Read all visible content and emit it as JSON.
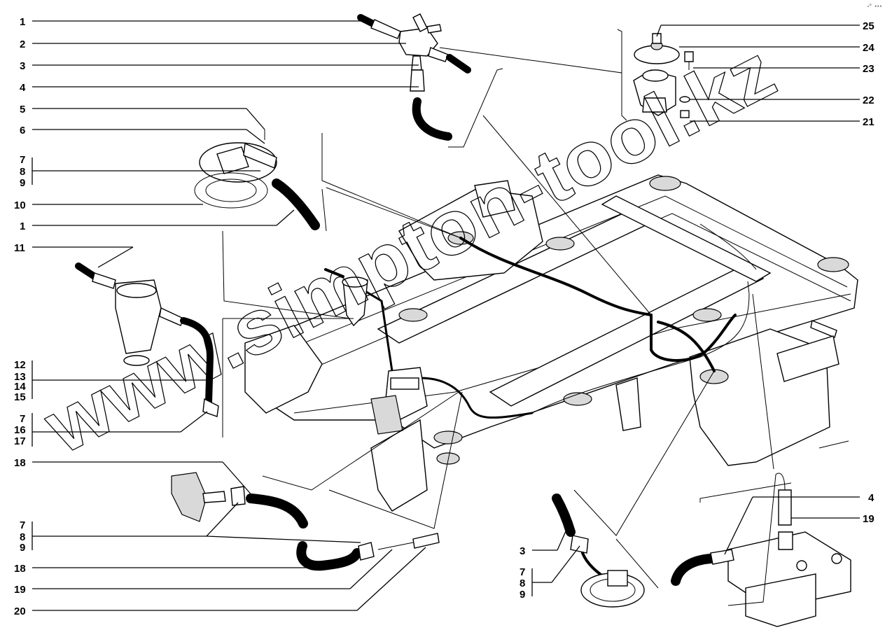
{
  "figure_code": "ᵤᴰ ₀₀₀",
  "watermark": "www.simpton-tool.kz",
  "callouts": {
    "left": [
      {
        "id": "l1",
        "label": "1"
      },
      {
        "id": "l2",
        "label": "2"
      },
      {
        "id": "l3",
        "label": "3"
      },
      {
        "id": "l4",
        "label": "4"
      },
      {
        "id": "l5",
        "label": "5"
      },
      {
        "id": "l6",
        "label": "6"
      },
      {
        "id": "l7",
        "label": "7"
      },
      {
        "id": "l8",
        "label": "8"
      },
      {
        "id": "l9",
        "label": "9"
      },
      {
        "id": "l10",
        "label": "10"
      },
      {
        "id": "l11",
        "label": "1"
      },
      {
        "id": "l12",
        "label": "11"
      },
      {
        "id": "l13",
        "label": "12"
      },
      {
        "id": "l14",
        "label": "13"
      },
      {
        "id": "l15",
        "label": "14"
      },
      {
        "id": "l16",
        "label": "15"
      },
      {
        "id": "l17",
        "label": "7"
      },
      {
        "id": "l18",
        "label": "16"
      },
      {
        "id": "l19",
        "label": "17"
      },
      {
        "id": "l20",
        "label": "18"
      },
      {
        "id": "l21",
        "label": "7"
      },
      {
        "id": "l22",
        "label": "8"
      },
      {
        "id": "l23",
        "label": "9"
      },
      {
        "id": "l24",
        "label": "18"
      },
      {
        "id": "l25",
        "label": "19"
      },
      {
        "id": "l26",
        "label": "20"
      }
    ],
    "right": [
      {
        "id": "r1",
        "label": "25"
      },
      {
        "id": "r2",
        "label": "24"
      },
      {
        "id": "r3",
        "label": "23"
      },
      {
        "id": "r4",
        "label": "22"
      },
      {
        "id": "r5",
        "label": "21"
      },
      {
        "id": "r6",
        "label": "4"
      },
      {
        "id": "r7",
        "label": "19"
      }
    ],
    "bottom_center": [
      {
        "id": "b1",
        "label": "3"
      },
      {
        "id": "b2",
        "label": "7"
      },
      {
        "id": "b3",
        "label": "8"
      },
      {
        "id": "b4",
        "label": "9"
      }
    ]
  }
}
